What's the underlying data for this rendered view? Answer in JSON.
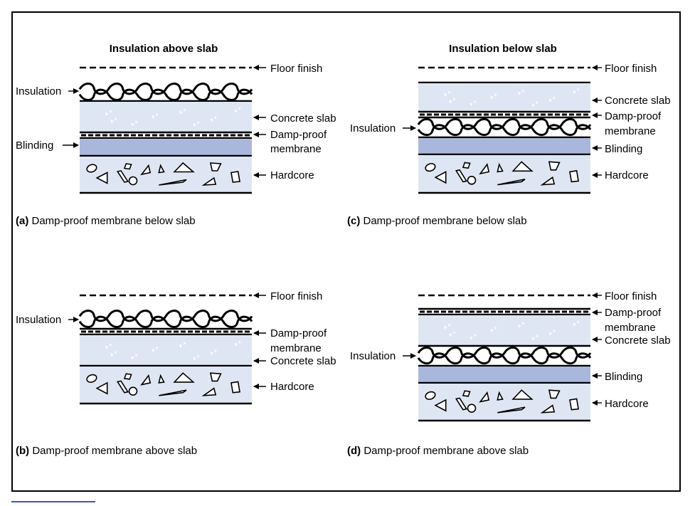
{
  "figure": {
    "colors": {
      "concrete": "#dfe6f3",
      "blinding": "#a9b7dc",
      "hardcore": "#dfe6f3",
      "line": "#000000",
      "rule": "#2563b8"
    },
    "headings": {
      "above": "Insulation above slab",
      "below": "Insulation below slab"
    },
    "panels": {
      "a": {
        "caption_letter": "(a)",
        "caption_text": " Damp-proof membrane below slab",
        "labels": {
          "floor_finish": "Floor finish",
          "insulation": "Insulation",
          "concrete_slab": "Concrete slab",
          "dpm_line1": "Damp-proof",
          "dpm_line2": "membrane",
          "blinding": "Blinding",
          "hardcore": "Hardcore"
        }
      },
      "b": {
        "caption_letter": "(b)",
        "caption_text": " Damp-proof membrane above slab",
        "labels": {
          "floor_finish": "Floor finish",
          "insulation": "Insulation",
          "dpm_line1": "Damp-proof",
          "dpm_line2": "membrane",
          "concrete_slab": "Concrete slab",
          "hardcore": "Hardcore"
        }
      },
      "c": {
        "caption_letter": "(c)",
        "caption_text": " Damp-proof membrane below slab",
        "labels": {
          "floor_finish": "Floor finish",
          "concrete_slab": "Concrete slab",
          "dpm_line1": "Damp-proof",
          "dpm_line2": "membrane",
          "insulation": "Insulation",
          "blinding": "Blinding",
          "hardcore": "Hardcore"
        }
      },
      "d": {
        "caption_letter": "(d)",
        "caption_text": " Damp-proof membrane above slab",
        "labels": {
          "floor_finish": "Floor finish",
          "dpm_line1": "Damp-proof",
          "dpm_line2": "membrane",
          "concrete_slab": "Concrete slab",
          "insulation": "Insulation",
          "blinding": "Blinding",
          "hardcore": "Hardcore"
        }
      }
    }
  }
}
